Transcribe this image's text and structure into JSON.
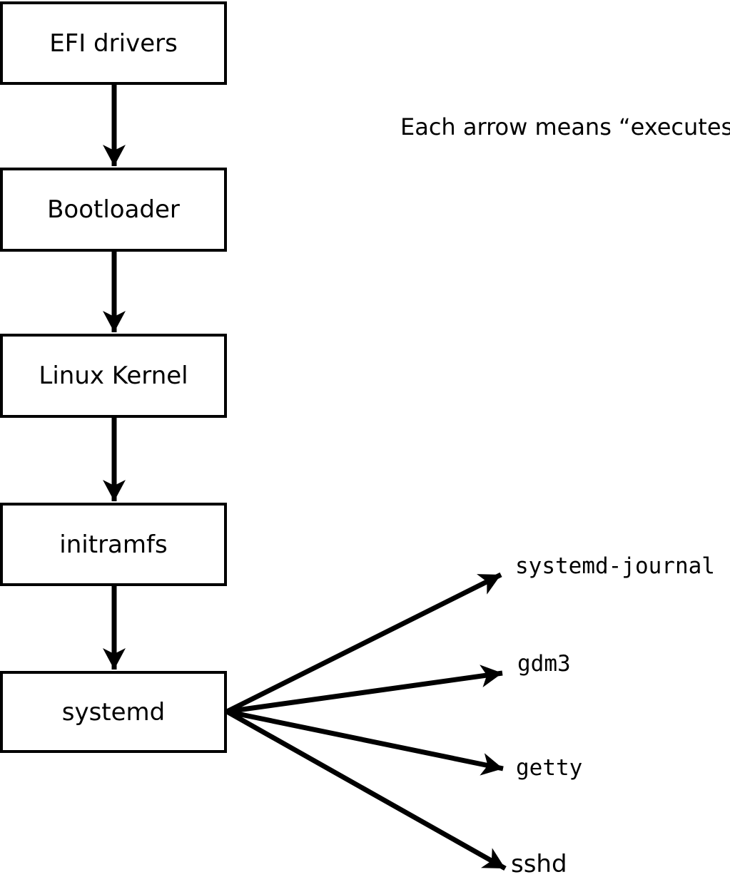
{
  "caption": "Each arrow means “executes”.",
  "boxes": {
    "efi": "EFI drivers",
    "bootloader": "Bootloader",
    "kernel": "Linux Kernel",
    "initramfs": "initramfs",
    "systemd": "systemd"
  },
  "services": {
    "journal": "systemd-journal",
    "gdm3": "gdm3",
    "getty": "getty",
    "sshd": "sshd"
  },
  "edges": [
    {
      "from": "EFI drivers",
      "to": "Bootloader"
    },
    {
      "from": "Bootloader",
      "to": "Linux Kernel"
    },
    {
      "from": "Linux Kernel",
      "to": "initramfs"
    },
    {
      "from": "initramfs",
      "to": "systemd"
    },
    {
      "from": "systemd",
      "to": "systemd-journal"
    },
    {
      "from": "systemd",
      "to": "gdm3"
    },
    {
      "from": "systemd",
      "to": "getty"
    },
    {
      "from": "systemd",
      "to": "sshd"
    }
  ],
  "colors": {
    "ink": "#000000",
    "background": "#ffffff",
    "box_fill": "#ffffff"
  }
}
